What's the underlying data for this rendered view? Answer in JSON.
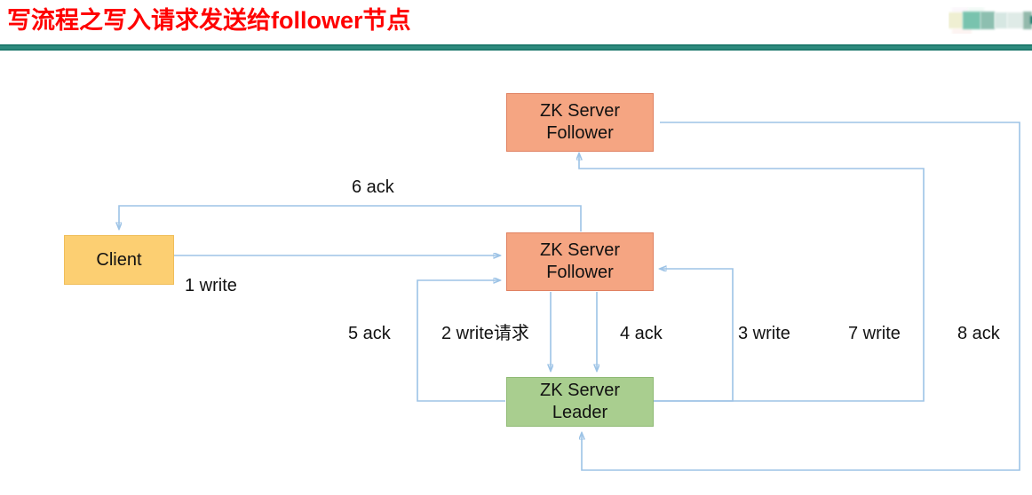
{
  "header": {
    "title": "写流程之写入请求发送给follower节点",
    "title_color": "#FF0000",
    "rule_color": "#2E8B7E",
    "logo_name": "watermark-logo"
  },
  "diagram": {
    "type": "flow-diagram",
    "nodes": [
      {
        "id": "follower-top",
        "line1": "ZK Server",
        "line2": "Follower",
        "fill": "#F5A582",
        "role": "follower"
      },
      {
        "id": "client",
        "line1": "Client",
        "line2": "",
        "fill": "#FCCF72",
        "role": "client"
      },
      {
        "id": "follower-mid",
        "line1": "ZK Server",
        "line2": "Follower",
        "fill": "#F5A582",
        "role": "follower"
      },
      {
        "id": "leader",
        "line1": "ZK Server",
        "line2": "Leader",
        "fill": "#A9CE8F",
        "role": "leader"
      }
    ],
    "edges": [
      {
        "seq": "1",
        "label": "1 write",
        "from": "client",
        "to": "follower-mid"
      },
      {
        "seq": "2",
        "label": "2 write请求",
        "from": "follower-mid",
        "to": "leader"
      },
      {
        "seq": "3",
        "label": "3 write",
        "from": "leader",
        "to": "follower-mid"
      },
      {
        "seq": "4",
        "label": "4 ack",
        "from": "follower-mid",
        "to": "leader"
      },
      {
        "seq": "5",
        "label": "5 ack",
        "from": "leader",
        "to": "follower-mid"
      },
      {
        "seq": "6",
        "label": "6 ack",
        "from": "follower-mid",
        "to": "client"
      },
      {
        "seq": "7",
        "label": "7 write",
        "from": "leader",
        "to": "follower-top"
      },
      {
        "seq": "8",
        "label": "8 ack",
        "from": "follower-top",
        "to": "leader"
      }
    ],
    "connector_color": "#9DC3E6"
  }
}
